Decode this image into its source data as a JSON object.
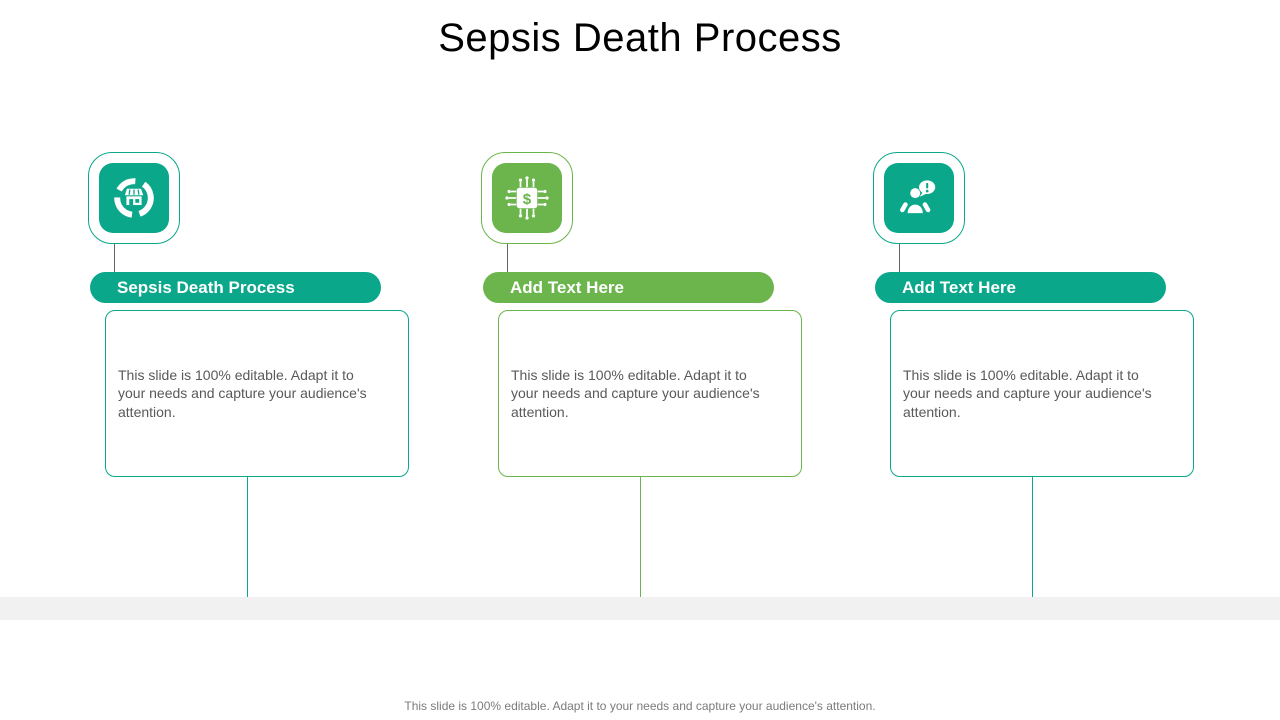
{
  "title": "Sepsis Death Process",
  "footer": "This slide is 100% editable. Adapt it to your needs and capture your audience's attention.",
  "colors": {
    "teal": "#0BA78B",
    "green": "#6BB54C",
    "band": "#F1F1F1",
    "body-text": "#595959",
    "footer-text": "#7B7B7B",
    "title-text": "#000000"
  },
  "columns": [
    {
      "icon": "market-cycle-icon",
      "accent": "#0BA78B",
      "pill_label": "Sepsis Death Process",
      "body": "This slide is 100% editable. Adapt it to your needs and capture your audience's attention."
    },
    {
      "icon": "chip-dollar-icon",
      "accent": "#6BB54C",
      "pill_label": "Add Text Here",
      "body": "This slide is 100% editable. Adapt it to your needs and capture your audience's attention."
    },
    {
      "icon": "person-exclamation-icon",
      "accent": "#0BA78B",
      "pill_label": "Add Text Here",
      "body": "This slide is 100% editable. Adapt it to your needs and capture your audience's attention."
    }
  ]
}
